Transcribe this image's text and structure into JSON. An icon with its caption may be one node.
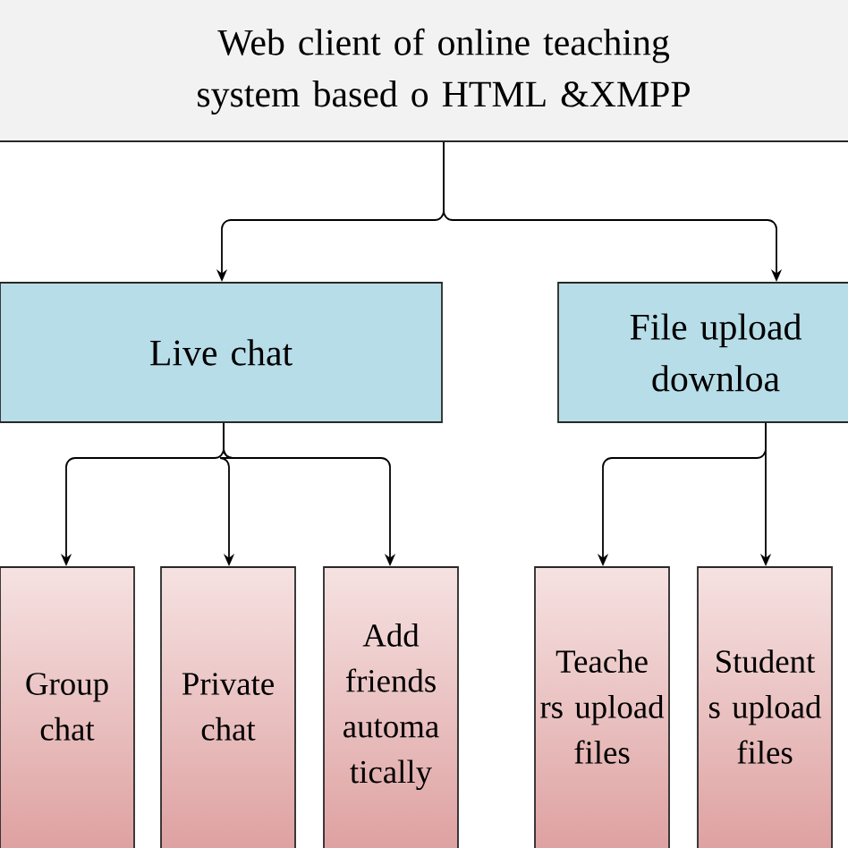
{
  "diagram": {
    "nodes": [
      {
        "text": [
          "Web client of online teaching system based o HTML &XMPP"
        ]
      },
      {
        "text": [
          "Live chat"
        ]
      },
      {
        "text": [
          "File upload downloa"
        ]
      },
      {
        "text": [
          "Group chat"
        ]
      },
      {
        "text": [
          "Private chat"
        ]
      },
      {
        "text": [
          "Add friends automa tically"
        ]
      },
      {
        "text": [
          "Teache rs upload files"
        ]
      },
      {
        "text": [
          "Student s upload files"
        ]
      }
    ],
    "edges": [
      {
        "from": 0,
        "to": 1,
        "arrow": "to"
      },
      {
        "from": 0,
        "to": 2,
        "arrow": "to"
      },
      {
        "from": 1,
        "to": 3,
        "arrow": "to"
      },
      {
        "from": 1,
        "to": 4,
        "arrow": "to"
      },
      {
        "from": 1,
        "to": 5,
        "arrow": "to"
      },
      {
        "from": 2,
        "to": 6,
        "arrow": "to"
      },
      {
        "from": 2,
        "to": 7,
        "arrow": "to"
      }
    ]
  }
}
